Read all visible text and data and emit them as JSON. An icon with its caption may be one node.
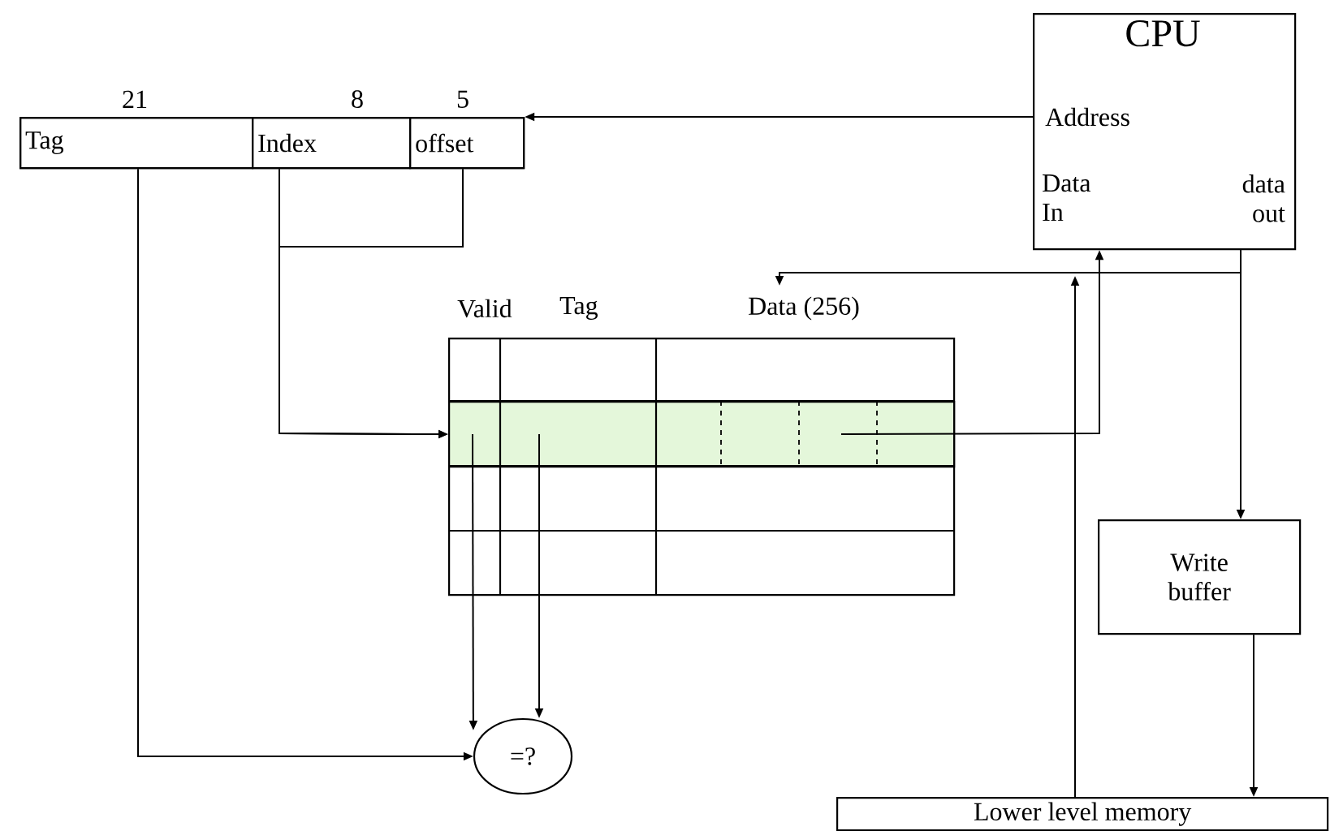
{
  "diagram": {
    "nodes": [
      {
        "text": [],
        "shape": "box"
      },
      {
        "text": [
          "Tag"
        ],
        "in": 0,
        "beside": [
          "21"
        ]
      },
      {
        "text": [
          "Index"
        ],
        "in": 0,
        "beside": [
          "8"
        ]
      },
      {
        "text": [
          "offset"
        ],
        "in": 0,
        "beside": [
          "5"
        ]
      },
      {
        "text": [
          "CPU",
          "Address",
          "Data In",
          "data out"
        ]
      },
      {
        "text": [],
        "shape": "box",
        "beside": [
          "Valid",
          "Tag",
          "Data (256)"
        ]
      },
      {
        "text": [],
        "shape": "box",
        "in": 5
      },
      {
        "text": [
          "=?"
        ]
      },
      {
        "text": [
          "Write buffer"
        ]
      },
      {
        "text": [
          "Lower level memory"
        ]
      }
    ],
    "edges": [
      {
        "from": 4,
        "to": 0,
        "arrow": "to"
      },
      {
        "from": 2,
        "to": 6,
        "arrow": "to"
      },
      {
        "from": 3,
        "to": 6,
        "arrow": "to"
      },
      {
        "from": 1,
        "to": 7,
        "arrow": "to"
      },
      {
        "from": 6,
        "to": 7,
        "arrow": "to"
      },
      {
        "from": 6,
        "to": 7,
        "arrow": "to"
      },
      {
        "from": 6,
        "to": 4,
        "arrow": "to"
      },
      {
        "from": 4,
        "to": 5,
        "arrow": "to"
      },
      {
        "from": 4,
        "to": 8,
        "arrow": "to"
      },
      {
        "from": 8,
        "to": 9,
        "arrow": "to"
      },
      {
        "from": 9,
        "to": null,
        "arrow": "to"
      }
    ]
  }
}
